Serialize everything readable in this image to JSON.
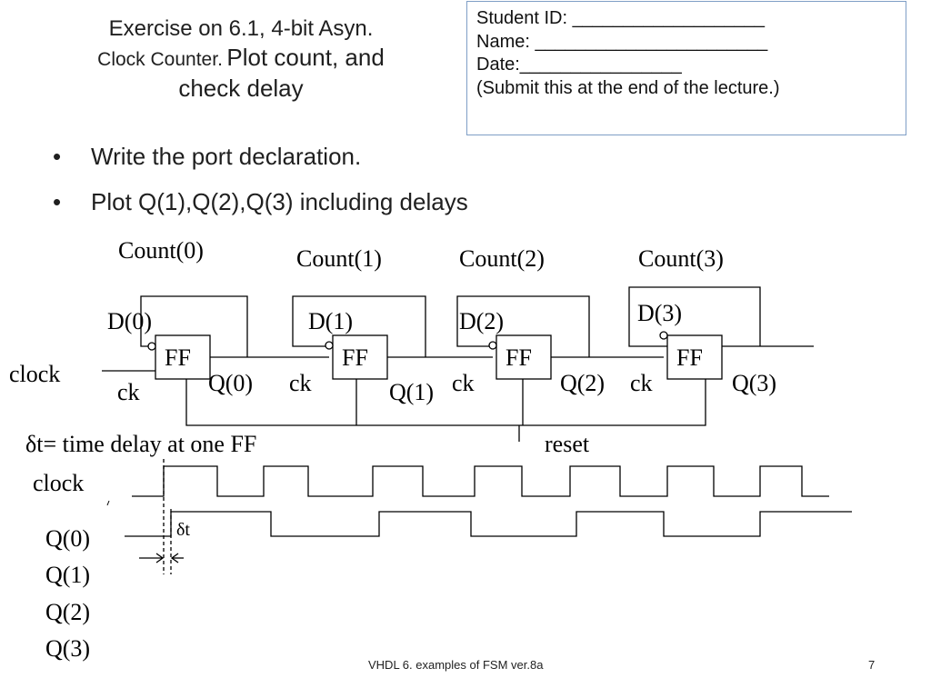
{
  "title": {
    "line1": "Exercise on 6.1, 4-bit Asyn.",
    "line2a": "Clock Counter.",
    "line2b": "Plot count, and",
    "line3": "check delay"
  },
  "info_box": {
    "student_id": "Student ID: ___________________",
    "name": "Name: _______________________",
    "date": "Date:________________",
    "note": "(Submit this at the end of the lecture.)"
  },
  "bullets": [
    "Write the port declaration.",
    "Plot Q(1),Q(2),Q(3) including delays"
  ],
  "circuit": {
    "count_labels": [
      "Count(0)",
      "Count(1)",
      "Count(2)",
      "Count(3)"
    ],
    "d_labels": [
      "D(0)",
      "D(1)",
      "D(2)",
      "D(3)"
    ],
    "ff_label": "FF",
    "q_labels": [
      "Q(0)",
      "Q(1)",
      "Q(2)",
      "Q(3)"
    ],
    "ck_label": "ck",
    "clock_label": "clock",
    "reset_label": "reset"
  },
  "timing": {
    "delta_note": "δt= time delay at one FF",
    "clock_label": "clock",
    "delta_label": "δt",
    "signal_labels": [
      "Q(0)",
      "Q(1)",
      "Q(2)",
      "Q(3)"
    ]
  },
  "footer": {
    "center": "VHDL 6. examples of FSM ver.8a",
    "page": "7"
  }
}
